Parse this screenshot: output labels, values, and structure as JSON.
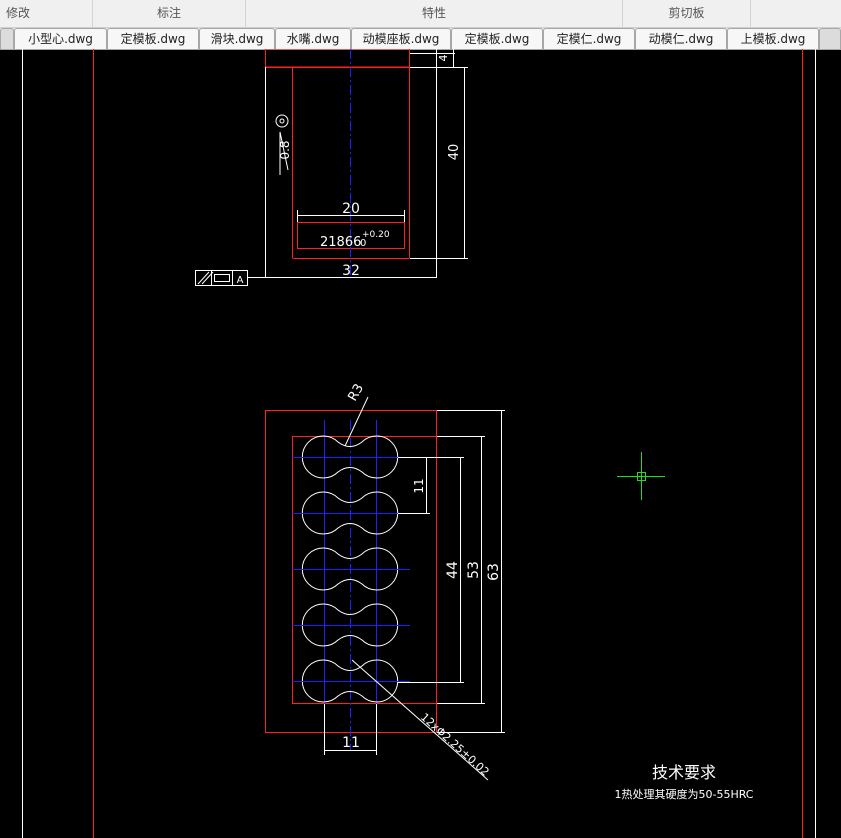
{
  "ribbon": {
    "panels": [
      "修改",
      "标注",
      "特性",
      "剪切板"
    ]
  },
  "tabs": [
    "小型心.dwg",
    "定模板.dwg",
    "滑块.dwg",
    "水嘴.dwg",
    "动模座板.dwg",
    "定模板.dwg",
    "定模仁.dwg",
    "动模仁.dwg",
    "上模板.dwg"
  ],
  "drawing": {
    "dims": {
      "top_small": "4",
      "height_40": "40",
      "width_20": "20",
      "width_32": "32",
      "hole_dim_main": "21866",
      "hole_dim_sub": "0",
      "hole_tol": "+0.20",
      "roughness": "0.8",
      "datum": "A",
      "radius": "R3",
      "pitch_11": "11",
      "dim_44": "44",
      "dim_53": "53",
      "dim_63": "63",
      "bottom_11": "11",
      "hole_callout": "12xΦ2.25±0.02"
    },
    "tech_title": "技术要求",
    "tech_note": "1热处理其硬度为50-55HRC"
  },
  "colors": {
    "background": "#000000",
    "outline": "#ff2020",
    "centerline": "#2020ff",
    "dimension": "#ffffff"
  }
}
